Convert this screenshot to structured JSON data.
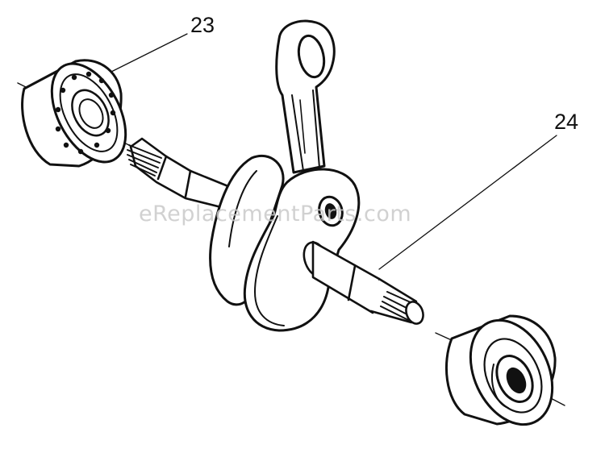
{
  "callouts": [
    {
      "id": "23",
      "label": "23"
    },
    {
      "id": "24",
      "label": "24"
    }
  ],
  "watermark": "eReplacementParts.com",
  "colors": {
    "line": "#111111",
    "watermark": "#c9c9c9",
    "background": "#ffffff"
  }
}
